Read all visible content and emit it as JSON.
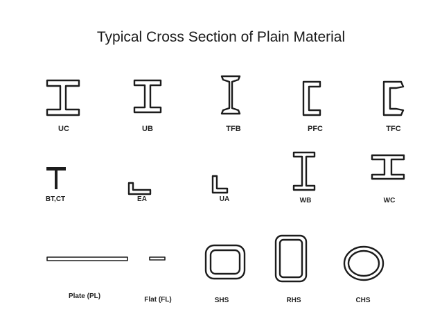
{
  "title": "Typical Cross Section of Plain Material",
  "sections": [
    {
      "label": "UC"
    },
    {
      "label": "UB"
    },
    {
      "label": "TFB"
    },
    {
      "label": "PFC"
    },
    {
      "label": "TFC"
    },
    {
      "label": "BT,CT"
    },
    {
      "label": "EA"
    },
    {
      "label": "UA"
    },
    {
      "label": "WB"
    },
    {
      "label": "WC"
    },
    {
      "label": "Plate (PL)"
    },
    {
      "label": "Flat (FL)"
    },
    {
      "label": "SHS"
    },
    {
      "label": "RHS"
    },
    {
      "label": "CHS"
    }
  ]
}
